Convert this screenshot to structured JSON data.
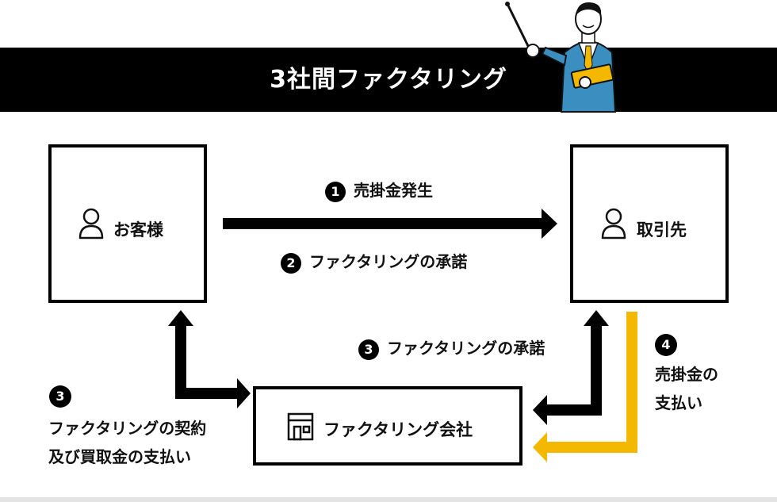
{
  "header": {
    "title": "3社間ファクタリング"
  },
  "nodes": {
    "customer": {
      "label": "お客様",
      "icon": "person-icon"
    },
    "partner": {
      "label": "取引先",
      "icon": "person-icon"
    },
    "factoring_company": {
      "label": "ファクタリング会社",
      "icon": "building-icon"
    }
  },
  "steps": {
    "step1": {
      "num": "1",
      "text": "売掛金発生"
    },
    "step2": {
      "num": "2",
      "text": "ファクタリングの承諾"
    },
    "step3_right": {
      "num": "3",
      "text": "ファクタリングの承諾"
    },
    "step3_left": {
      "num": "3",
      "line1": "ファクタリングの契約",
      "line2": "及び買取金の支払い"
    },
    "step4": {
      "num": "4",
      "line1": "売掛金の",
      "line2": "支払い"
    }
  },
  "colors": {
    "accent": "#f5b800",
    "black": "#000000",
    "suit": "#3a8fc0"
  }
}
